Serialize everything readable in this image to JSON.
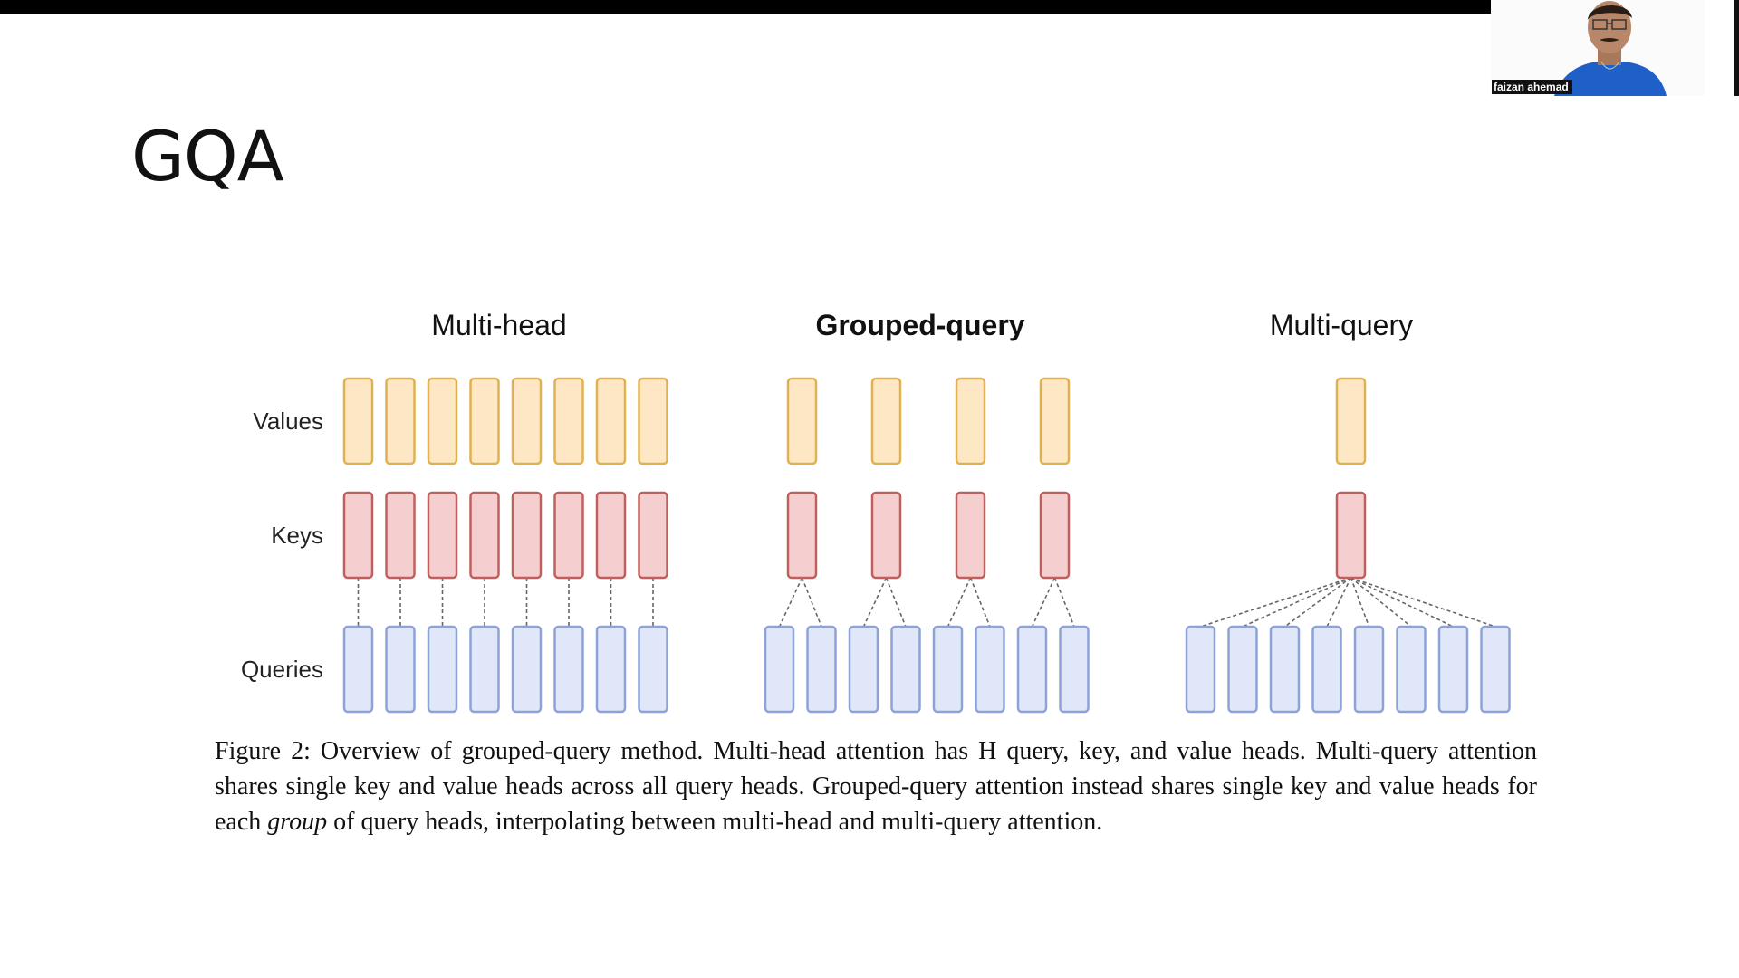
{
  "slide": {
    "title": "GQA"
  },
  "video": {
    "participant_name": "faizan ahemad"
  },
  "figure": {
    "columns": [
      {
        "label": "Multi-head",
        "bold": false,
        "value_heads": 8,
        "key_heads": 8,
        "query_heads": 8
      },
      {
        "label": "Grouped-query",
        "bold": true,
        "value_heads": 4,
        "key_heads": 4,
        "query_heads": 8
      },
      {
        "label": "Multi-query",
        "bold": false,
        "value_heads": 1,
        "key_heads": 1,
        "query_heads": 8
      }
    ],
    "row_labels": {
      "values": "Values",
      "keys": "Keys",
      "queries": "Queries"
    },
    "colors": {
      "values_fill": "#fde7c4",
      "values_stroke": "#e0b151",
      "keys_fill": "#f5cfcf",
      "keys_stroke": "#c0605e",
      "queries_fill": "#dfe7f8",
      "queries_stroke": "#8ea2d8",
      "connector": "#666666"
    },
    "caption": {
      "part1": "Figure 2: Overview of grouped-query method. Multi-head attention has H query, key, and value heads. Multi-query attention shares single key and value heads across all query heads. Grouped-query attention instead shares single key and value heads for each ",
      "emphasis": "group",
      "part2": " of query heads, interpolating between multi-head and multi-query attention."
    }
  }
}
